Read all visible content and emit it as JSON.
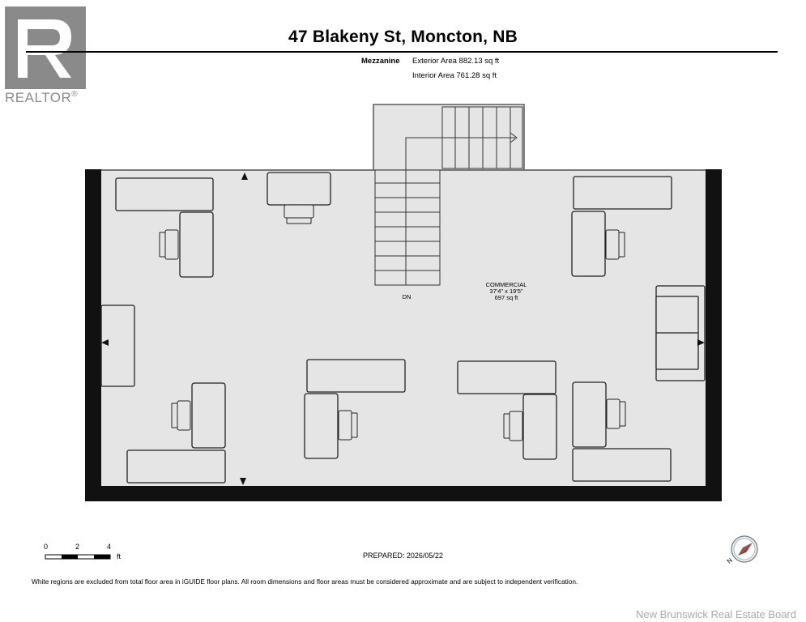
{
  "header": {
    "title": "47 Blakeny St, Moncton, NB",
    "level_name": "Mezzanine",
    "exterior_area": "Exterior Area 882.13 sq ft",
    "interior_area": "Interior Area 761.28 sq ft"
  },
  "logo": {
    "text": "REALTOR",
    "mark": "®",
    "color": "#8a8a8a",
    "icon": "realtor-logo-icon"
  },
  "room": {
    "name": "COMMERCIAL",
    "dimensions": "37'4\" x 19'5\"",
    "area": "697 sq ft",
    "stair_label": "DN"
  },
  "scale_bar": {
    "labels": [
      "0",
      "2",
      "4"
    ],
    "unit": "ft"
  },
  "footer": {
    "prepared": "PREPARED: 2026/05/22",
    "disclaimer": "White regions are excluded from total floor area in iGUIDE floor plans. All room dimensions and floor areas must be considered approximate and are subject to independent verification.",
    "board": "New Brunswick Real Estate Board"
  },
  "compass": {
    "label": "N",
    "icon": "compass-icon"
  },
  "colors": {
    "floor_fill": "#e5e5e5",
    "wall": "#111111",
    "furniture_fill": "#e5e5e5"
  }
}
